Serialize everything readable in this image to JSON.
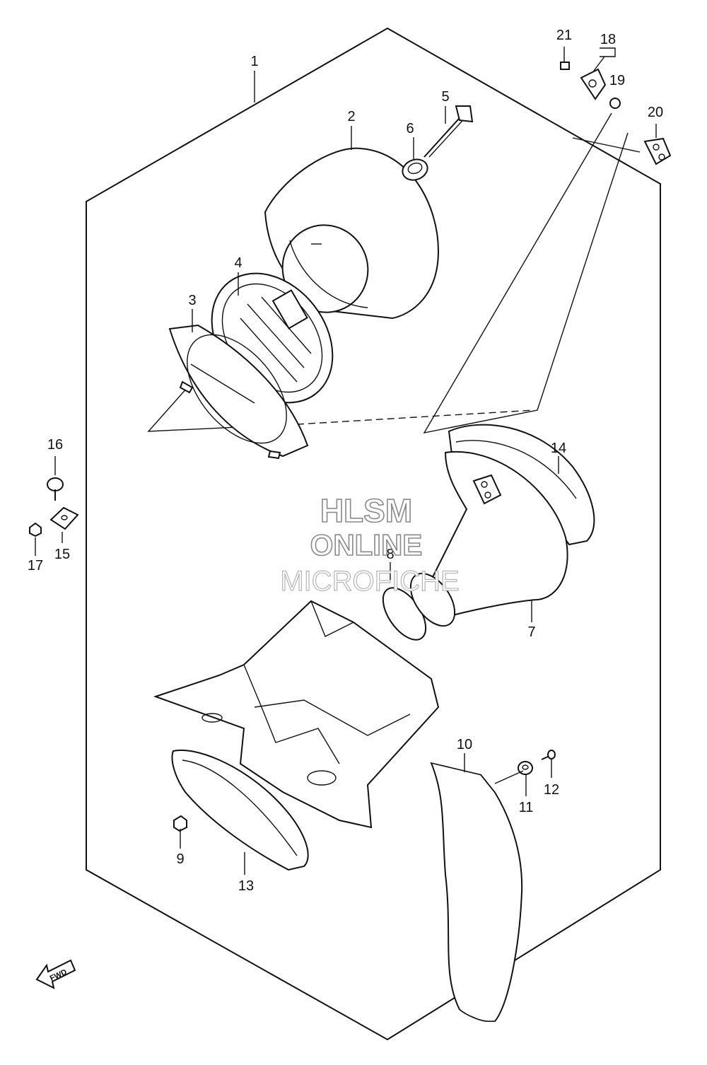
{
  "callouts": [
    "1",
    "2",
    "3",
    "4",
    "5",
    "6",
    "7",
    "8",
    "9",
    "10",
    "11",
    "12",
    "13",
    "14",
    "15",
    "16",
    "17",
    "18",
    "19",
    "20",
    "21"
  ],
  "watermark": {
    "line1": "HLSM",
    "line2": "ONLINE",
    "line3": "MICROFICHE"
  },
  "fwd_label": "FWD"
}
